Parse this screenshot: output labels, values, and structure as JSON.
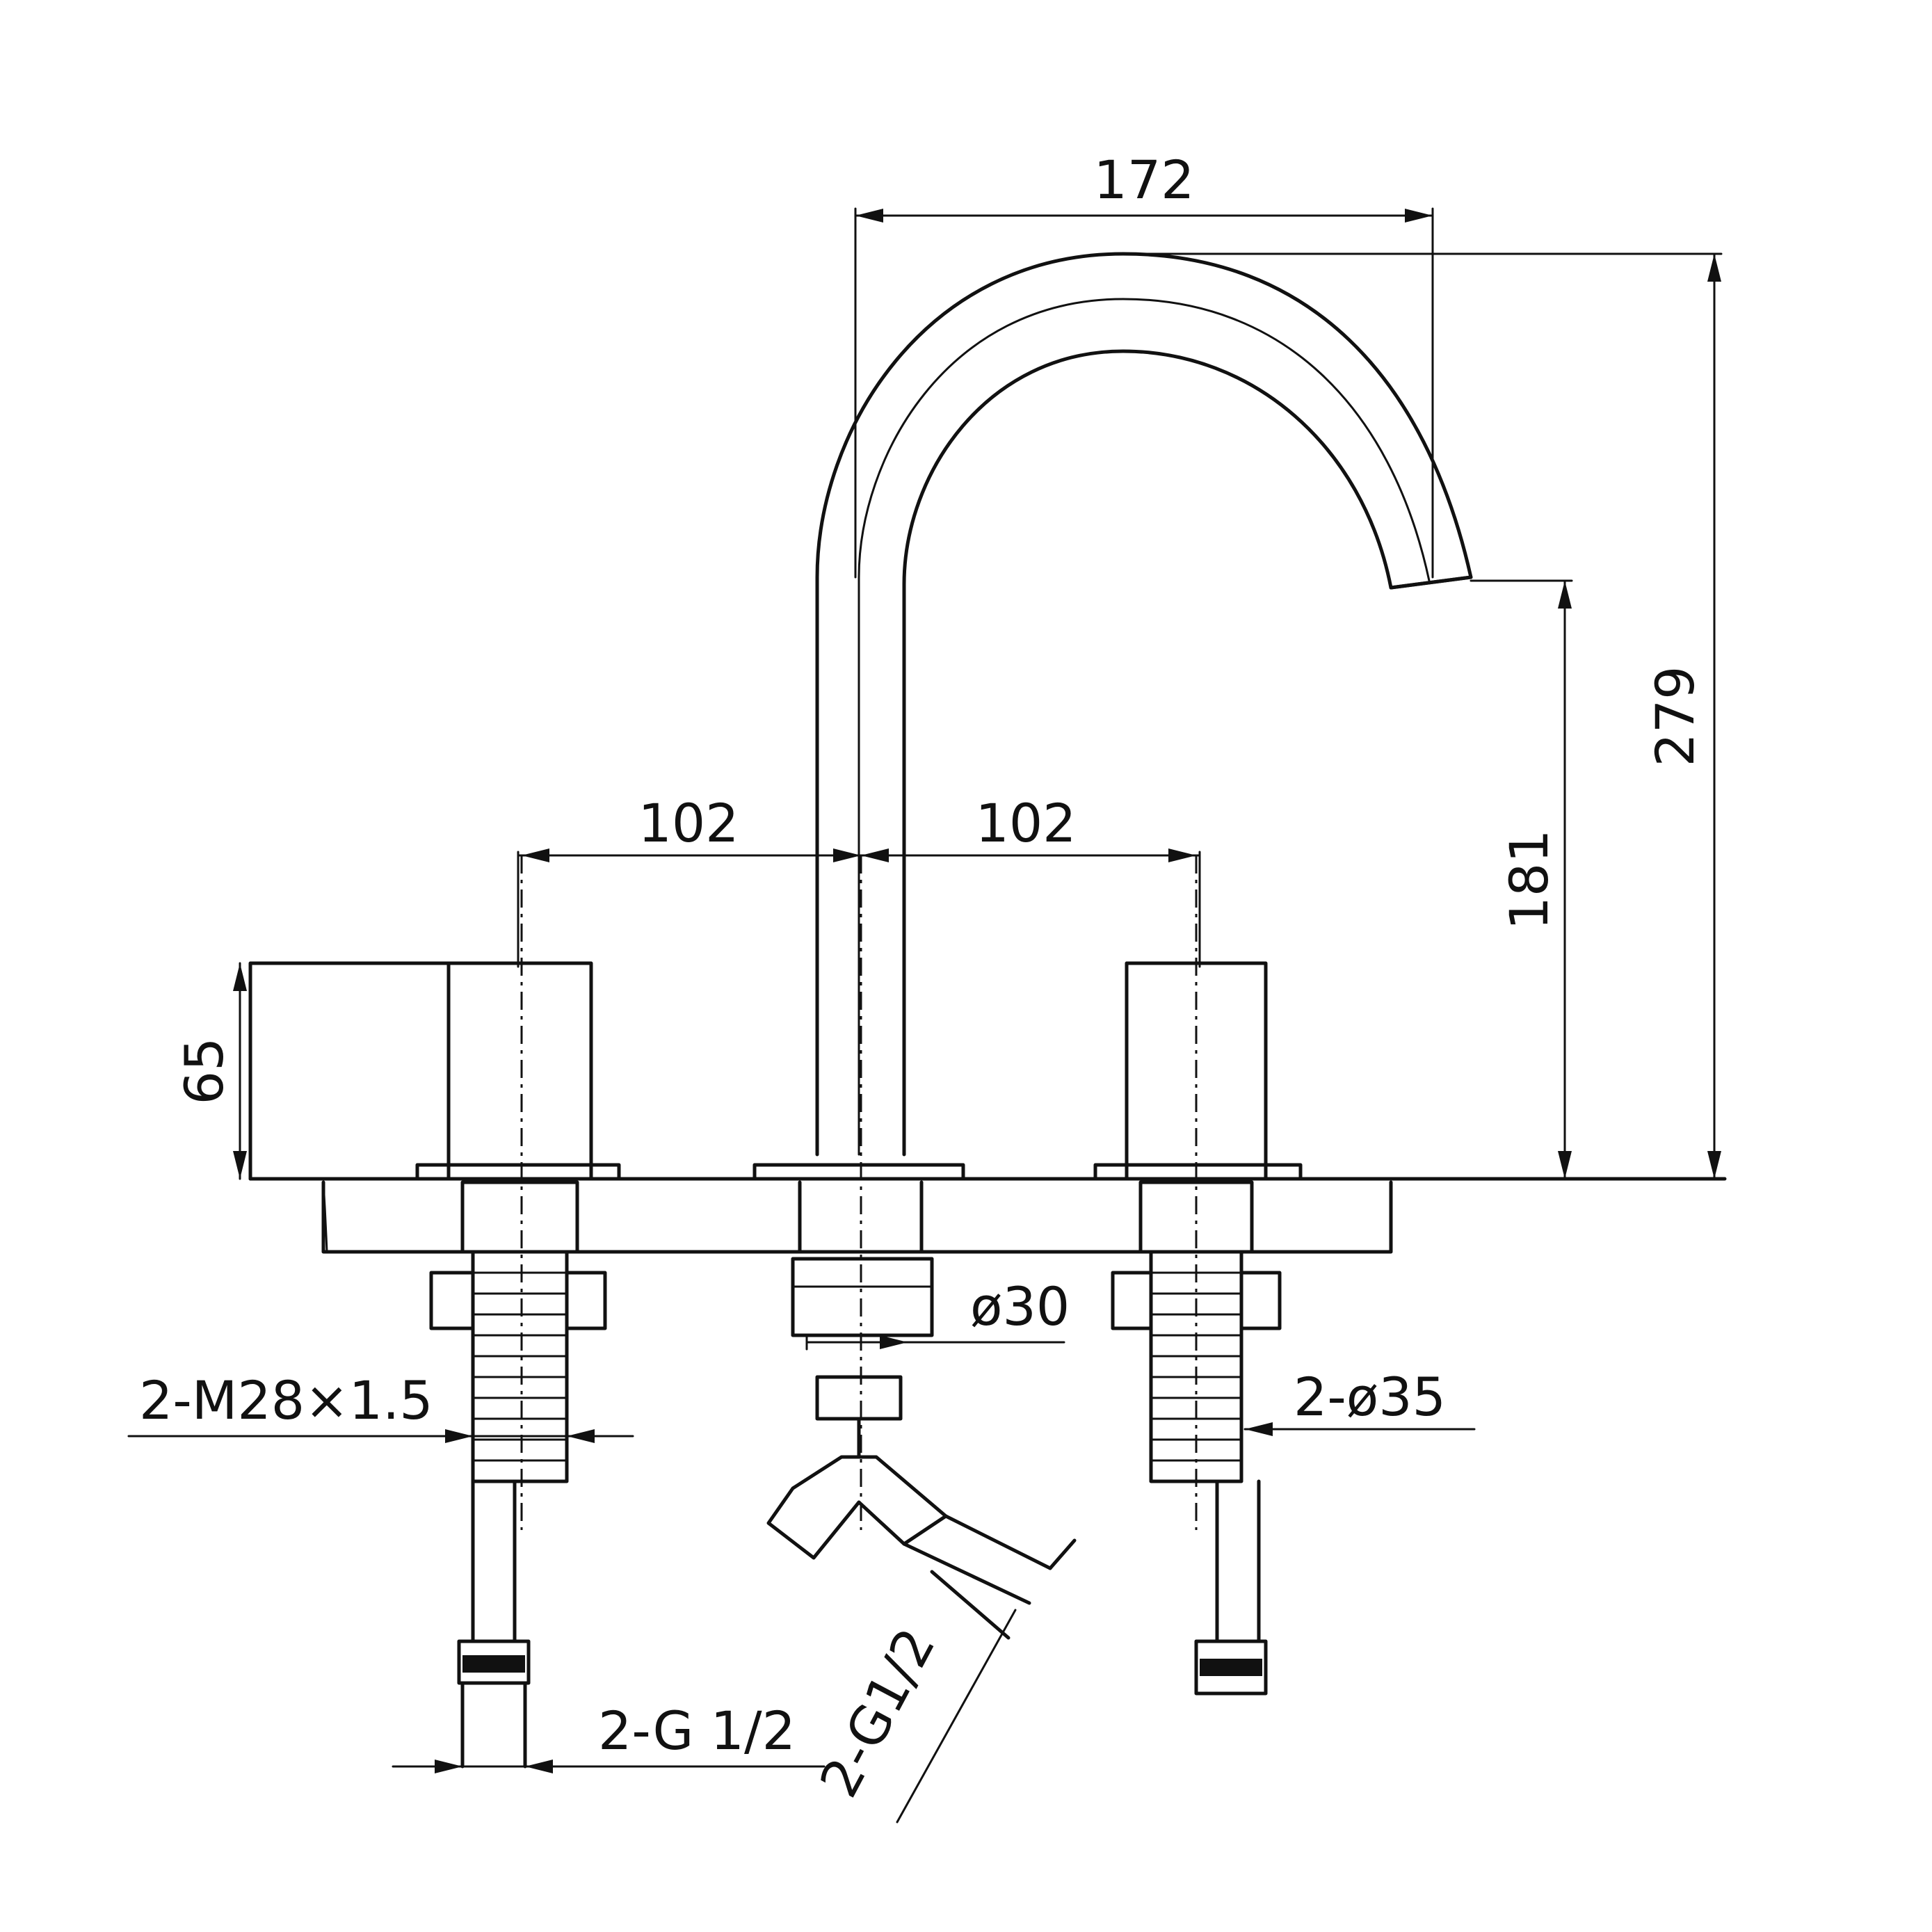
{
  "dimensions": {
    "spout_reach": "172",
    "total_height": "279",
    "spout_height": "181",
    "handle_spacing_left": "102",
    "handle_spacing_right": "102",
    "handle_height": "65",
    "spout_shank_dia": "ø30",
    "handle_shank_dia": "2-ø35",
    "handle_thread": "2-M28×1.5",
    "inlet_thread": "2-G 1/2",
    "outlet_thread": "2-G1/2"
  }
}
